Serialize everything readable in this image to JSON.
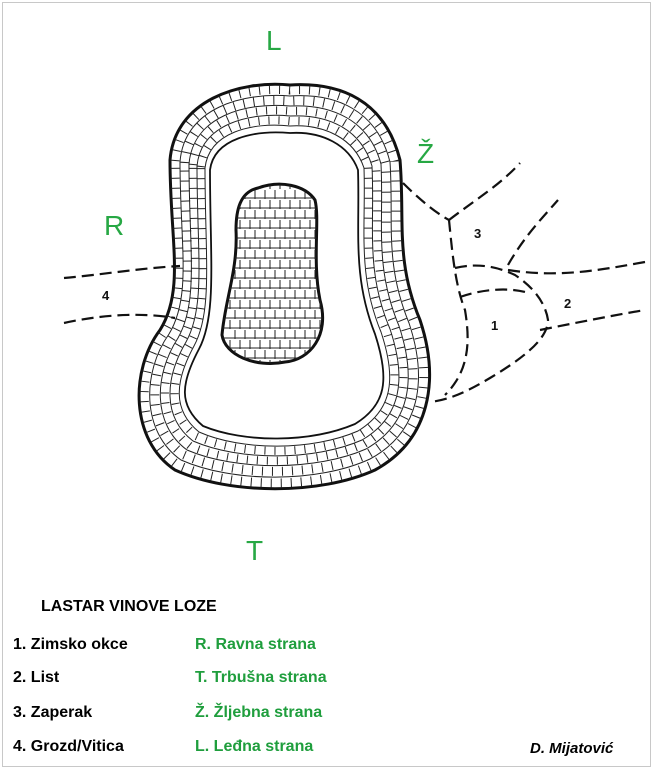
{
  "diagram": {
    "side_labels": {
      "top": "L",
      "top_right": "Ž",
      "left": "R",
      "bottom": "T"
    },
    "part_numbers": {
      "n1": "1",
      "n2": "2",
      "n3": "3",
      "n4": "4"
    },
    "colors": {
      "green": "#27a844",
      "ink": "#111111"
    }
  },
  "legend": {
    "title": "LASTAR VINOVE LOZE",
    "items": [
      {
        "num_label": "1. Zimsko okce",
        "side_label": "R. Ravna strana"
      },
      {
        "num_label": "2. List",
        "side_label": "T. Trbušna strana"
      },
      {
        "num_label": "3. Zaperak",
        "side_label": "Ž. Žljebna strana"
      },
      {
        "num_label": "4. Grozd/Vitica",
        "side_label": "L. Leđna strana"
      }
    ]
  },
  "author": "D. Mijatović"
}
